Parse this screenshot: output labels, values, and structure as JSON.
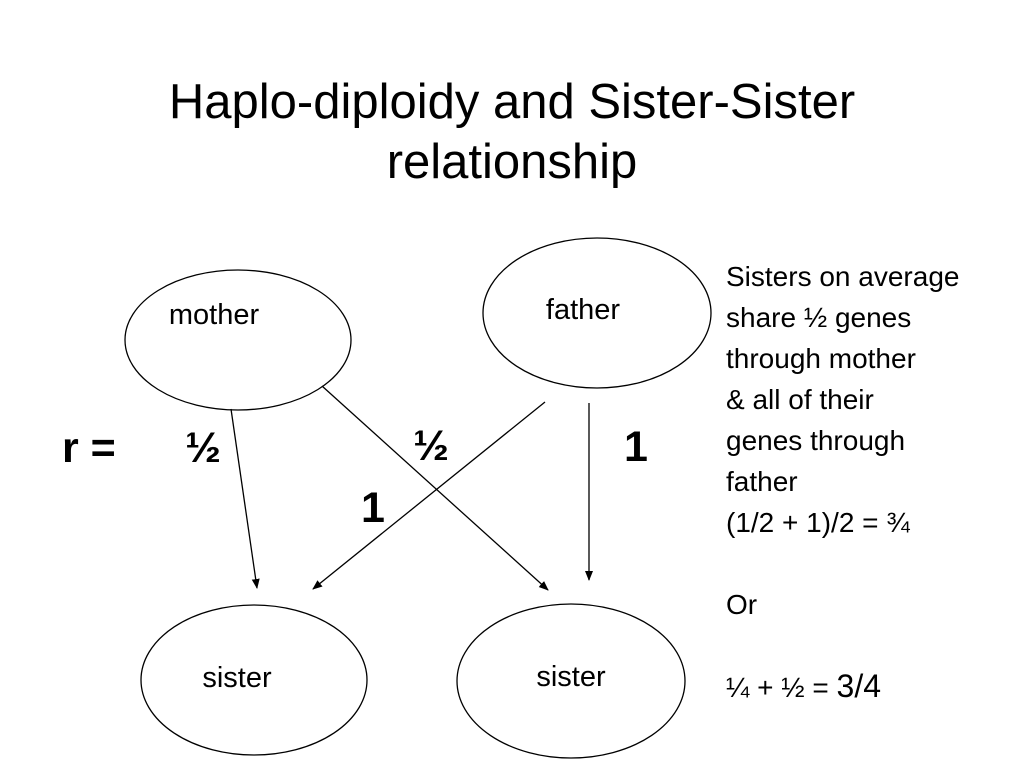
{
  "title": {
    "line1": "Haplo-diploidy and Sister-Sister",
    "line2": "relationship"
  },
  "nodes": {
    "mother": "mother",
    "father": "father",
    "sister_left": "sister",
    "sister_right": "sister"
  },
  "relatedness": {
    "prefix": "r =",
    "mother_to_left_sister": "½",
    "mother_to_right_sister": "½",
    "father_to_left_sister": "1",
    "father_to_right_sister": "1"
  },
  "explanation": {
    "lines": [
      "Sisters on average",
      "share ½ genes",
      "through mother",
      "& all of their",
      "genes through",
      "father",
      "(1/2 + 1)/2 = ¾"
    ],
    "or_label": "Or",
    "alt_formula_prefix": "¼ + ½ = ",
    "alt_formula_result": "3/4"
  }
}
